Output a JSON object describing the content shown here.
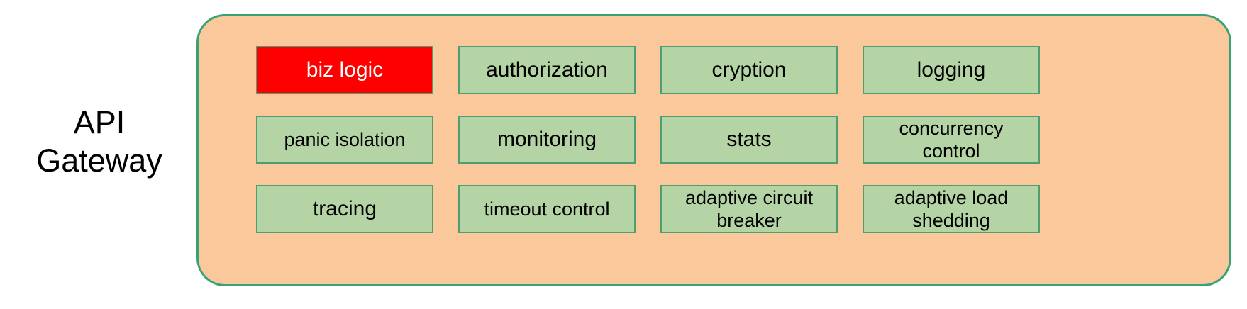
{
  "diagram": {
    "side_label": "API\nGateway",
    "container": {
      "name": "api-gateway-container",
      "fill": "#fac89b",
      "border": "#38a372"
    },
    "box_style": {
      "fill": "#b4d4a5",
      "border": "#4f9e6f",
      "text": "#000000",
      "highlight_fill": "#fe0000",
      "highlight_text": "#ffffff"
    },
    "rows": [
      {
        "boxes": [
          {
            "label": "biz logic",
            "highlight": true,
            "size": "normal"
          },
          {
            "label": "authorization",
            "highlight": false,
            "size": "normal"
          },
          {
            "label": "cryption",
            "highlight": false,
            "size": "normal"
          },
          {
            "label": "logging",
            "highlight": false,
            "size": "normal"
          }
        ]
      },
      {
        "boxes": [
          {
            "label": "panic isolation",
            "highlight": false,
            "size": "small"
          },
          {
            "label": "monitoring",
            "highlight": false,
            "size": "normal"
          },
          {
            "label": "stats",
            "highlight": false,
            "size": "normal"
          },
          {
            "label": "concurrency\ncontrol",
            "highlight": false,
            "size": "two-line"
          }
        ]
      },
      {
        "boxes": [
          {
            "label": "tracing",
            "highlight": false,
            "size": "normal"
          },
          {
            "label": "timeout control",
            "highlight": false,
            "size": "small"
          },
          {
            "label": "adaptive circuit\nbreaker",
            "highlight": false,
            "size": "two-line"
          },
          {
            "label": "adaptive load\nshedding",
            "highlight": false,
            "size": "two-line"
          }
        ]
      }
    ]
  }
}
